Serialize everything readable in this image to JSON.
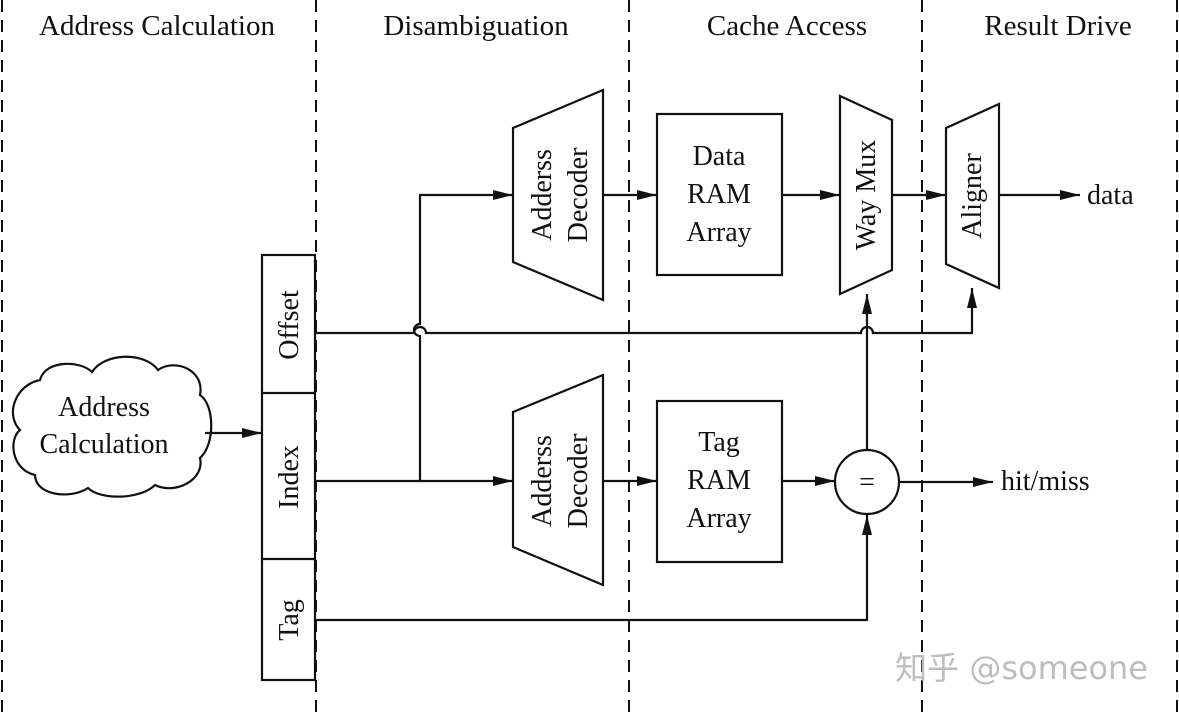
{
  "diagram": {
    "stages": [
      {
        "name": "address-calculation",
        "label": "Address Calculation"
      },
      {
        "name": "disambiguation",
        "label": "Disambiguation"
      },
      {
        "name": "cache-access",
        "label": "Cache Access"
      },
      {
        "name": "result-drive",
        "label": "Result Drive"
      }
    ],
    "cloud": {
      "line1": "Address",
      "line2": "Calculation"
    },
    "address_fields": {
      "offset": "Offset",
      "index": "Index",
      "tag": "Tag"
    },
    "data_path": {
      "decoder": {
        "line1": "Adderss",
        "line2": "Decoder"
      },
      "ram": {
        "line1": "Data",
        "line2": "RAM",
        "line3": "Array"
      },
      "way_mux": "Way Mux",
      "aligner": "Aligner",
      "output": "data"
    },
    "tag_path": {
      "decoder": {
        "line1": "Adderss",
        "line2": "Decoder"
      },
      "ram": {
        "line1": "Tag",
        "line2": "RAM",
        "line3": "Array"
      },
      "comparator": "=",
      "output": "hit/miss"
    },
    "watermark": "知乎 @someone"
  }
}
